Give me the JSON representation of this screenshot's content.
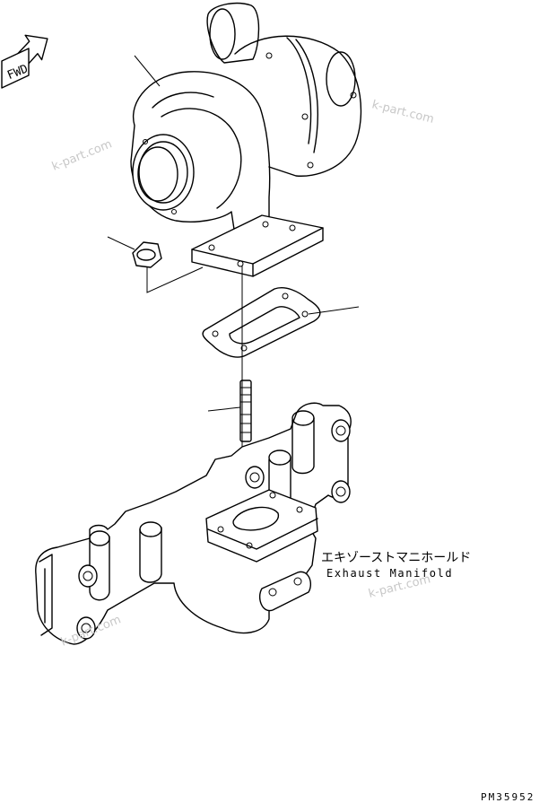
{
  "fwd_label": "FWD",
  "caption_jp": "エキゾーストマニホールド",
  "caption_en": "Exhaust Manifold",
  "drawing_number": "PM35952",
  "watermarks": [
    "k-part.com",
    "k-part.com",
    "k-part.com",
    "k-part.com"
  ],
  "colors": {
    "ink": "#000000",
    "background": "#ffffff",
    "watermark": "#c8c8c8"
  }
}
